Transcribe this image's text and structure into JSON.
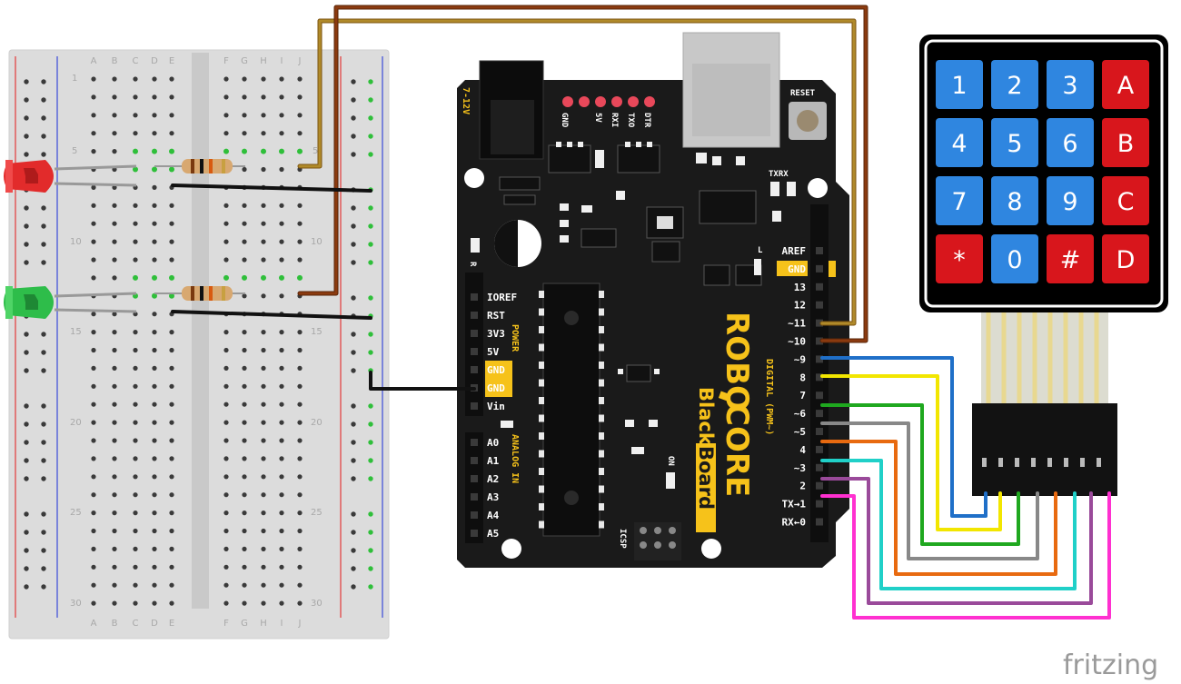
{
  "breadboard": {
    "column_letters_left": [
      "A",
      "B",
      "C",
      "D",
      "E"
    ],
    "column_letters_right": [
      "F",
      "G",
      "H",
      "I",
      "J"
    ],
    "row_numbers": [
      "1",
      "5",
      "10",
      "15",
      "20",
      "25",
      "30"
    ]
  },
  "arduino": {
    "brand_top": "ROBO",
    "brand_mid": "CORE",
    "brand_model_1": "Black",
    "brand_model_2": "Board",
    "power_jack_label": "7-12V",
    "reset_label": "RESET",
    "header_top_labels": [
      "GND",
      "5V",
      "RXI",
      "TXO",
      "DTR"
    ],
    "txrx_label": "TXRX",
    "led_l_label": "L",
    "led_on_label": "ON",
    "r_label": "R",
    "icsp_label": "ICSP",
    "power_section_label": "POWER",
    "analog_section_label": "ANALOG IN",
    "digital_section_label": "DIGITAL (PWM~)",
    "power_pins": [
      "IOREF",
      "RST",
      "3V3",
      "5V",
      "GND",
      "GND",
      "Vin"
    ],
    "analog_pins": [
      "A0",
      "A1",
      "A2",
      "A3",
      "A4",
      "A5"
    ],
    "digital_pins": [
      "AREF",
      "GND",
      "13",
      "12",
      "~11",
      "~10",
      "~9",
      "8",
      "7",
      "~6",
      "~5",
      "4",
      "~3",
      "2",
      "TX→1",
      "RX←0"
    ],
    "accent_color": "#f6c21a",
    "board_color": "#1a1a1a"
  },
  "keypad": {
    "keys": [
      "1",
      "2",
      "3",
      "A",
      "4",
      "5",
      "6",
      "B",
      "7",
      "8",
      "9",
      "C",
      "*",
      "0",
      "#",
      "D"
    ],
    "number_key_color": "#2f86e0",
    "letter_key_color": "#d8161c"
  },
  "components": {
    "led_colors": [
      "#e22b2b",
      "#2ebd4a"
    ]
  },
  "wire_colors": [
    "#9a6a1a",
    "#8b3a0f",
    "#1f6fc8",
    "#f2e600",
    "#1fa81f",
    "#888888",
    "#e86a10",
    "#20d0c8",
    "#9a4a9a",
    "#ff30d0"
  ],
  "watermark": "fritzing"
}
